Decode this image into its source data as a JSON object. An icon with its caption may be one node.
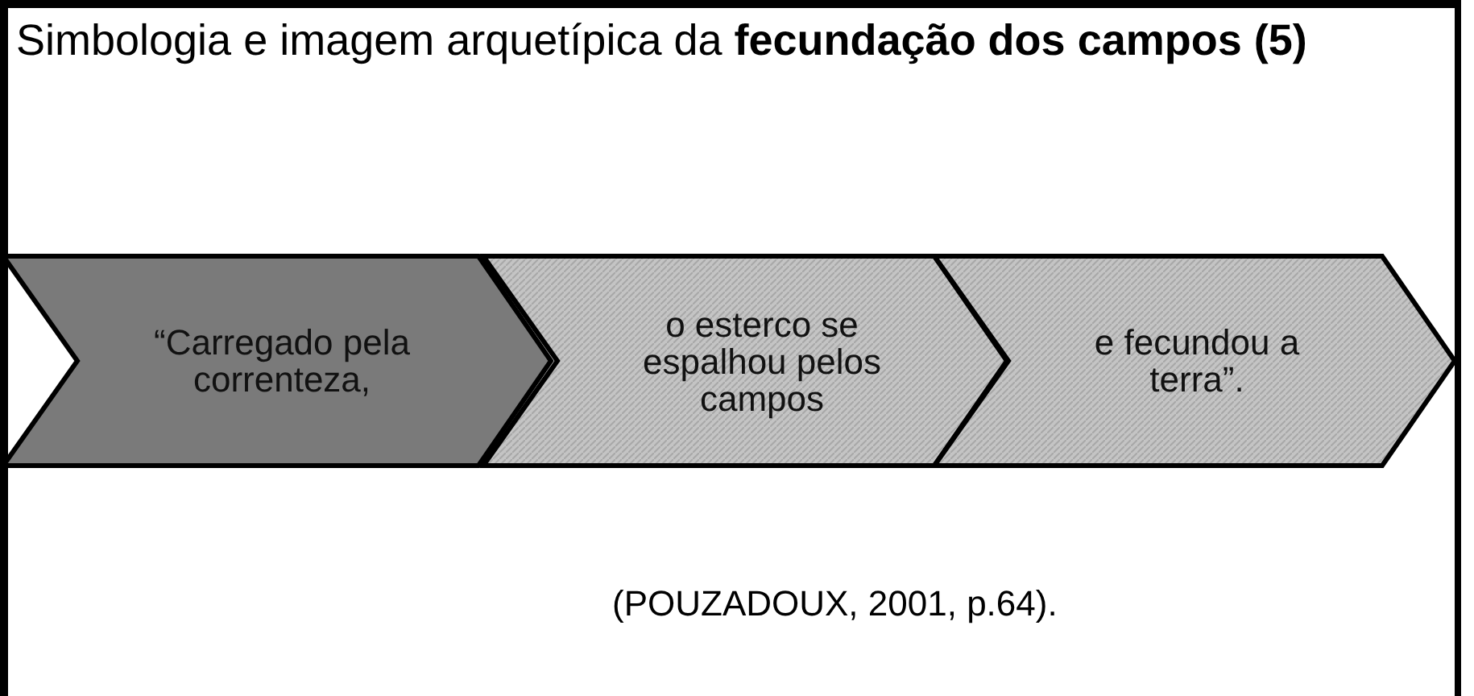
{
  "diagram": {
    "title": "Simbologia e imagem arquetípica da **fecundação dos campos (5)**",
    "nodes": [
      {
        "text": [
          "“Carregado pela correnteza,"
        ]
      },
      {
        "text": [
          "o esterco se espalhou pelos campos"
        ]
      },
      {
        "text": [
          "e fecundou a terra”."
        ]
      }
    ],
    "labels": [
      "(POUZADOUX, 2001, p.64)."
    ]
  }
}
